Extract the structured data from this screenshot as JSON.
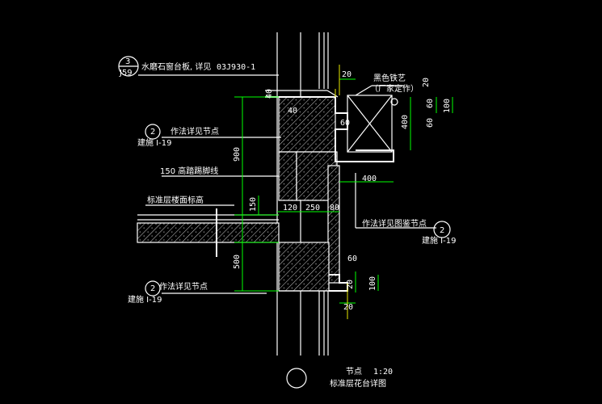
{
  "callouts": {
    "top_left": {
      "num": "3",
      "sheet": "J59",
      "text": "水磨石窗台板, 详见",
      "ref": "03J930-1"
    },
    "mid_left": {
      "num": "2",
      "text": "作法详见节点",
      "ref": "建施 I-19"
    },
    "bottom_left": {
      "num": "2",
      "text": "作法详见节点",
      "ref": "建施 I-19"
    },
    "right": {
      "num": "2",
      "text": "作法详见图鉴节点",
      "ref": "建施 I-19"
    }
  },
  "labels": {
    "iron_art": "黑色铁艺",
    "manufacturer": "（厂家定作）",
    "baseboard": "150  高踏踢脚线",
    "floor_level": "标准层楼面标高"
  },
  "dims": {
    "d20_a": "20",
    "d40_a": "40",
    "d40_b": "40",
    "d60_a": "60",
    "d20_b": "20",
    "d60_b": "60",
    "d100_a": "100",
    "d400_v": "400",
    "d60_c": "60",
    "d900": "900",
    "d150": "150",
    "d120": "120",
    "d250": "250",
    "d80": "80",
    "d400_h": "400",
    "d500": "500",
    "d60_d": "60",
    "d100_b": "100",
    "d20_c": "20",
    "d20_d": "20"
  },
  "title": {
    "name": "节点",
    "scale": "1:20",
    "caption": "标准层花台详图"
  }
}
